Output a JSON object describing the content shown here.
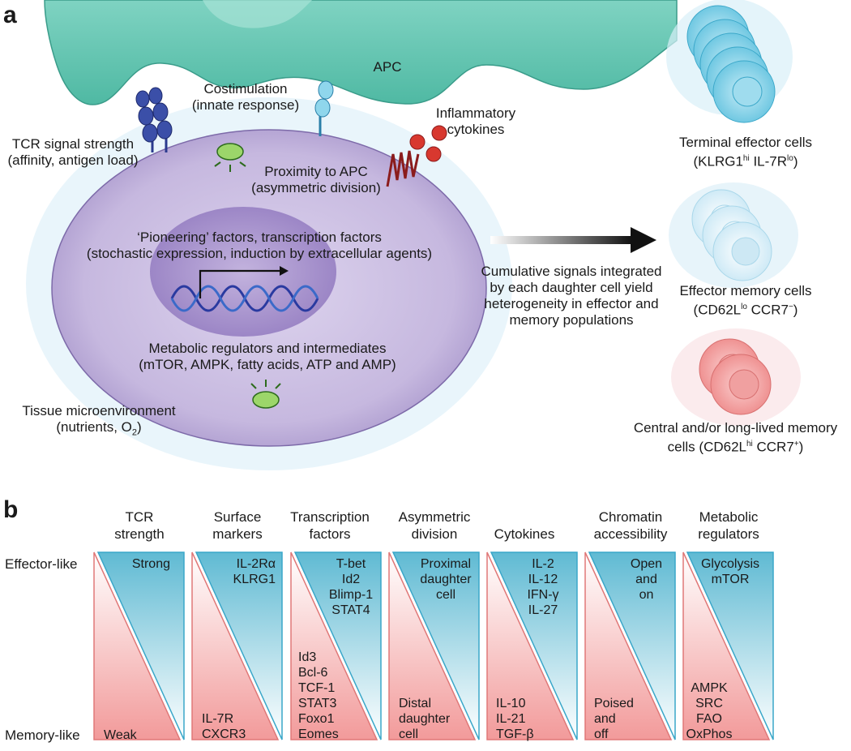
{
  "panel_a": {
    "letter": "a",
    "apc_label": "APC",
    "costim_line1": "Costimulation",
    "costim_line2": "(innate response)",
    "inflam_line1": "Inflammatory",
    "inflam_line2": "cytokines",
    "tcr_line1": "TCR signal strength",
    "tcr_line2": "(affinity, antigen load)",
    "proximity_line1": "Proximity to APC",
    "proximity_line2": "(asymmetric division)",
    "pioneer_line1": "‘Pioneering’ factors, transcription factors",
    "pioneer_line2": "(stochastic expression, induction by extracellular agents)",
    "metab_line1": "Metabolic regulators and intermediates",
    "metab_line2": "(mTOR, AMPK, fatty acids, ATP and AMP)",
    "tissue_line1": "Tissue microenvironment",
    "tissue_line2a": "(nutrients, O",
    "tissue_line2_sub": "2",
    "tissue_line2b": ")",
    "cumulative_line1": "Cumulative signals integrated",
    "cumulative_line2": "by each daughter cell yield",
    "cumulative_line3": "heterogeneity in effector and",
    "cumulative_line4": "memory populations",
    "terminal_line1": "Terminal effector cells",
    "terminal_a": "(KLRG1",
    "terminal_sup1": "hi",
    "terminal_b": " IL-7R",
    "terminal_sup2": "lo",
    "terminal_c": ")",
    "effmem_line1": "Effector memory cells",
    "effmem_a": "(CD62L",
    "effmem_sup1": "lo",
    "effmem_b": " CCR7",
    "effmem_sup2": "−",
    "effmem_c": ")",
    "central_line1": "Central and/or long-lived memory",
    "central_a": "cells (CD62L",
    "central_sup1": "hi",
    "central_b": " CCR7",
    "central_sup2": "+",
    "central_c": ")"
  },
  "panel_b": {
    "letter": "b",
    "row_top": "Effector-like",
    "row_bottom": "Memory-like",
    "columns": [
      {
        "head1": "TCR",
        "head2": "strength",
        "top": [
          "Strong"
        ],
        "bottom": [
          "Weak"
        ]
      },
      {
        "head1": "Surface",
        "head2": "markers",
        "top": [
          "IL-2Rα",
          "KLRG1"
        ],
        "bottom": [
          "IL-7R",
          "CXCR3"
        ]
      },
      {
        "head1": "Transcription",
        "head2": "factors",
        "top": [
          "T-bet",
          "Id2",
          "Blimp-1",
          "STAT4"
        ],
        "bottom": [
          "Id3",
          "Bcl-6",
          "TCF-1",
          "STAT3",
          "Foxo1",
          "Eomes"
        ]
      },
      {
        "head1": "Asymmetric",
        "head2": "division",
        "top": [
          "Proximal",
          "daughter",
          "cell"
        ],
        "bottom": [
          "Distal",
          "daughter",
          "cell"
        ]
      },
      {
        "head1": "Cytokines",
        "head2": "",
        "top": [
          "IL-2",
          "IL-12",
          "IFN-γ",
          "IL-27"
        ],
        "bottom": [
          "IL-10",
          "IL-21",
          "TGF-β"
        ]
      },
      {
        "head1": "Chromatin",
        "head2": "accessibility",
        "top": [
          "Open",
          "and",
          "on"
        ],
        "bottom": [
          "Poised",
          "and",
          "off"
        ]
      },
      {
        "head1": "Metabolic",
        "head2": "regulators",
        "top": [
          "Glycolysis",
          "mTOR"
        ],
        "bottom": [
          "AMPK",
          "SRC",
          "FAO",
          "OxPhos"
        ]
      }
    ]
  },
  "colors": {
    "apc_fill": "#5cc4b0",
    "cell_fill": "#c9bde0",
    "nucleus_fill": "#a48fcb",
    "blue_triangle": "#6cc0d8",
    "red_triangle": "#f0a5a5",
    "terminal_cell": "#8fd6ea",
    "effmem_cell": "#d7eef8",
    "central_cell": "#f2a6a6"
  }
}
